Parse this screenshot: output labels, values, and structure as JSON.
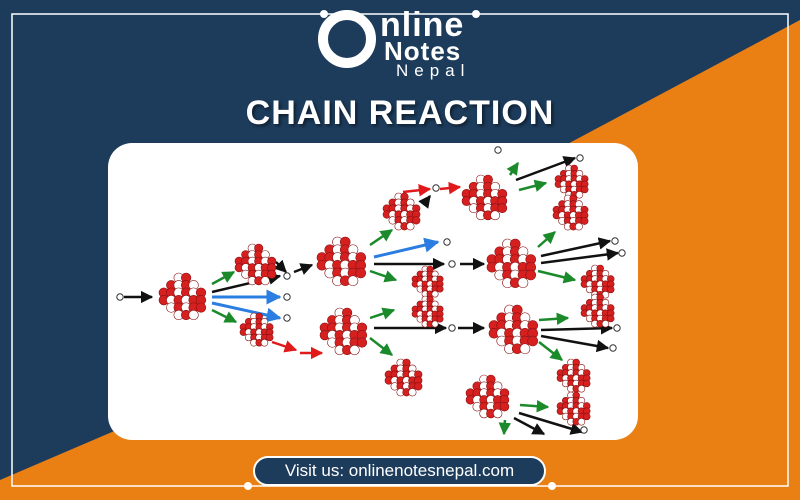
{
  "brand": {
    "logo_top": "nline",
    "logo_mid": "Notes",
    "logo_bot": "Nepal",
    "colors": {
      "navy": "#1d3c5c",
      "orange": "#ea7f13",
      "white": "#ffffff"
    }
  },
  "page": {
    "title": "CHAIN REACTION"
  },
  "footer": {
    "visit_text": "Visit us: onlinenotesnepal.com"
  },
  "diagram": {
    "arrow_colors": {
      "neutron": "#111111",
      "green": "#1a8a2a",
      "blue": "#2a7de1",
      "red": "#e01a1a"
    },
    "nucleus_colors": [
      "#d62020",
      "#ffffff"
    ]
  }
}
